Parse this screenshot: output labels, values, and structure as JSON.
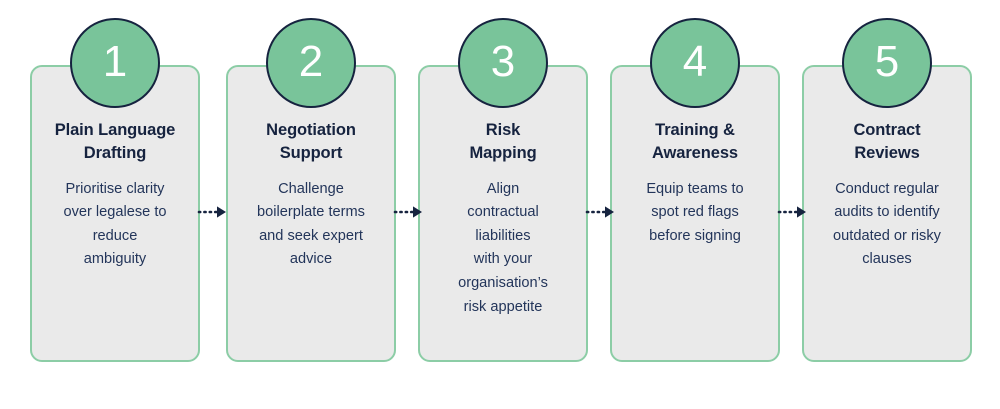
{
  "diagram": {
    "type": "process-flow",
    "orientation": "horizontal",
    "step_count": 5,
    "colors": {
      "badge_fill": "#79c49a",
      "badge_border": "#16233f",
      "card_fill": "#eaeaea",
      "card_border": "#8ccda6",
      "title_text": "#16233f",
      "body_text": "#23355a",
      "arrow": "#16233f",
      "page_background": "#ffffff"
    },
    "connector": {
      "style": "dotted-arrow",
      "icon": "arrow-right-icon",
      "count": 4
    },
    "steps": [
      {
        "number": "1",
        "title": "Plain Language\nDrafting",
        "description": "Prioritise clarity\nover legalese to\nreduce\nambiguity"
      },
      {
        "number": "2",
        "title": "Negotiation\nSupport",
        "description": "Challenge\nboilerplate terms\nand seek expert\nadvice"
      },
      {
        "number": "3",
        "title": "Risk\nMapping",
        "description": "Align\ncontractual\nliabilities\nwith your\norganisation’s\nrisk appetite"
      },
      {
        "number": "4",
        "title": "Training &\nAwareness",
        "description": "Equip teams to\nspot red flags\nbefore signing"
      },
      {
        "number": "5",
        "title": "Contract\nReviews",
        "description": "Conduct regular\naudits to identify\noutdated or risky\nclauses"
      }
    ]
  }
}
